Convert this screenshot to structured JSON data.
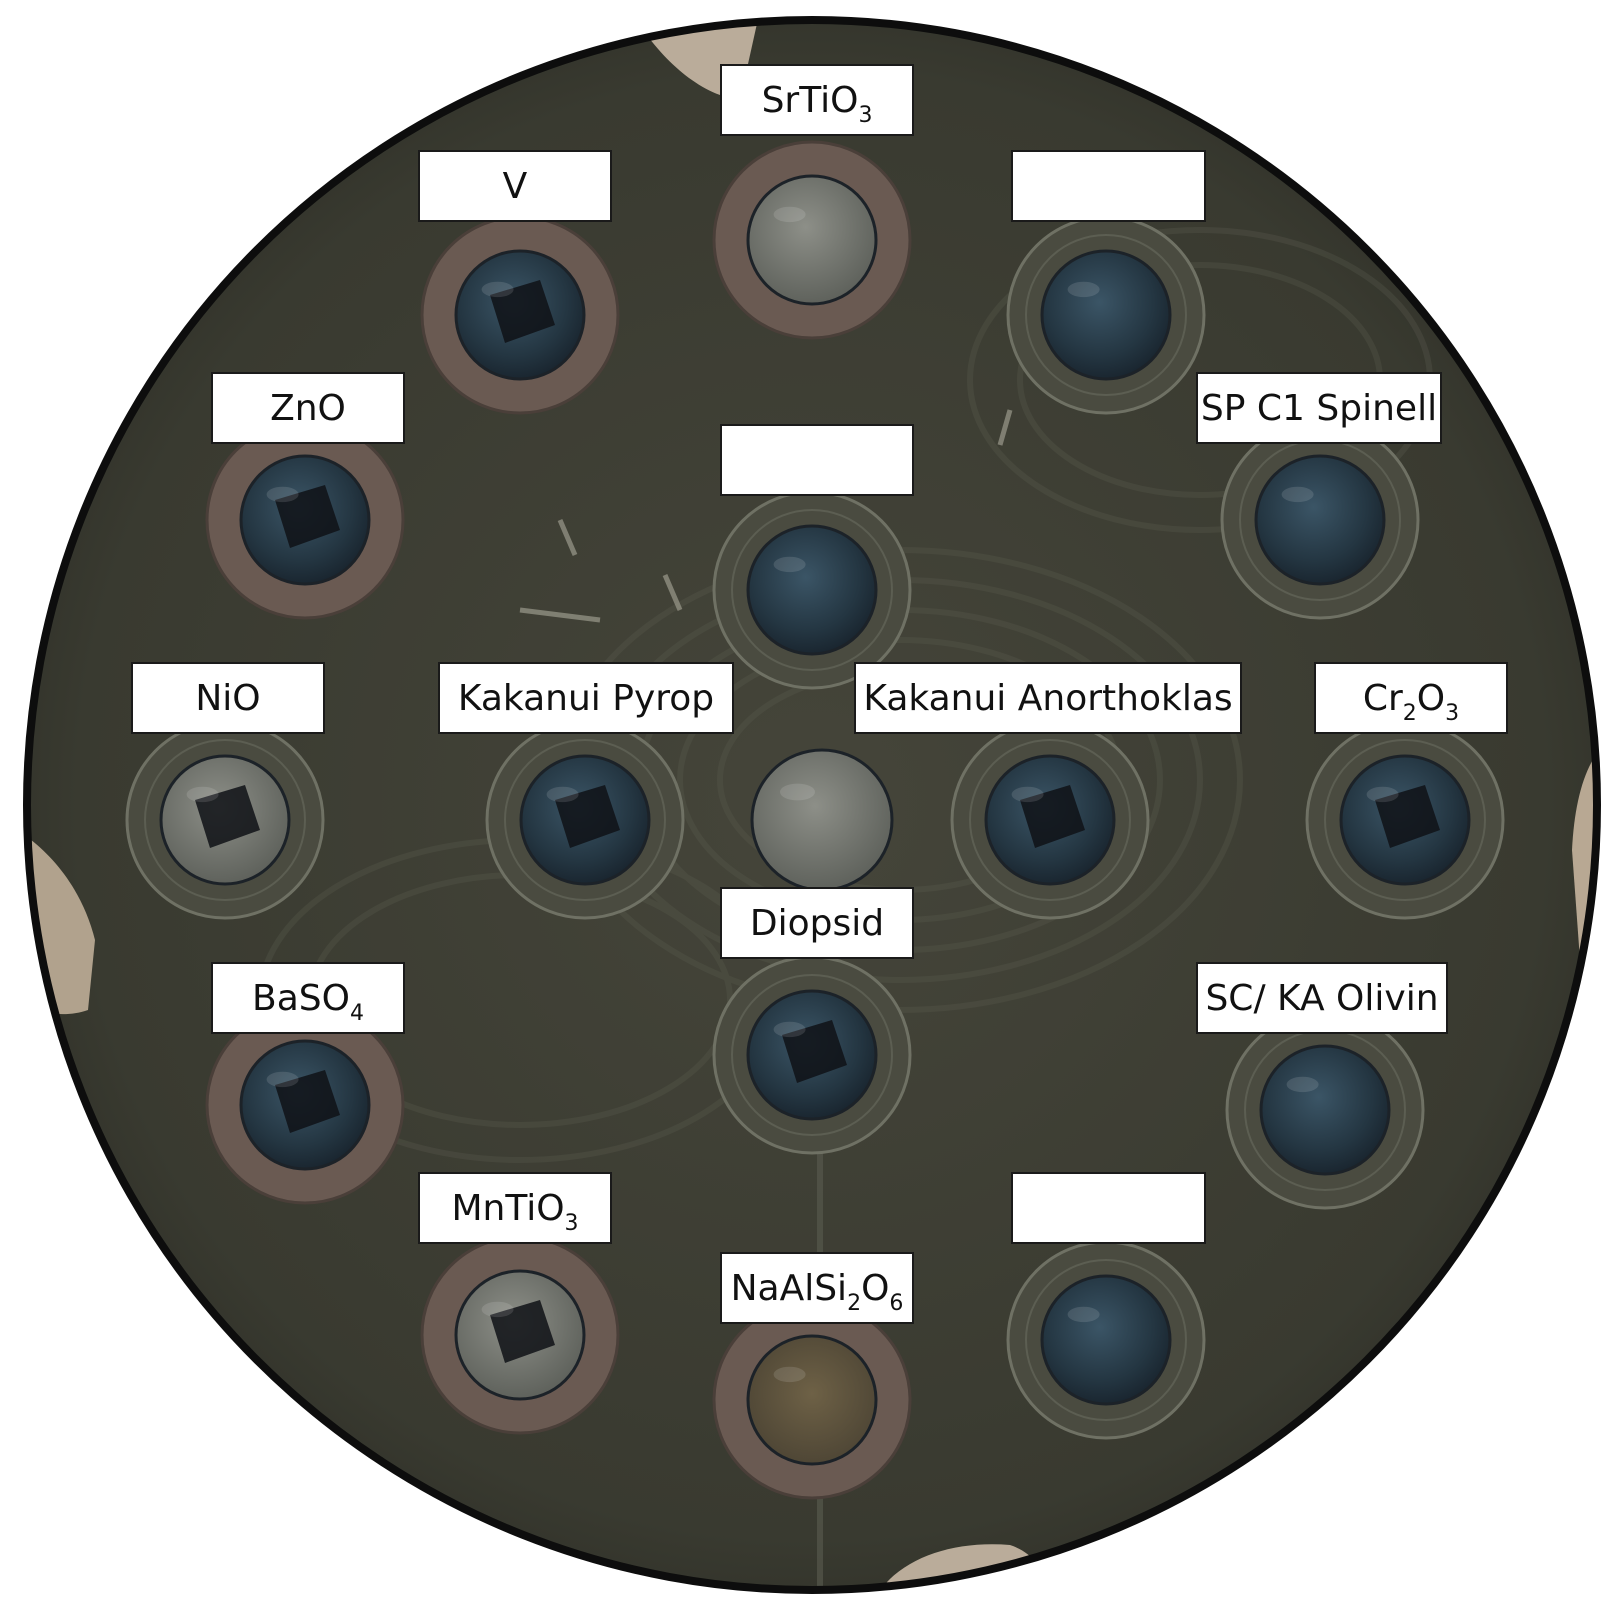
{
  "image": {
    "subject": "round sample mount with embedded specimen wells",
    "colors": {
      "mount_fill": "#3a3a30",
      "mount_border": "#0d0d0d",
      "label_bg": "#ffffff",
      "label_border": "#1a1a1a",
      "well_rim_brown": "#6a5a52",
      "well_glass": "#2a3e4c",
      "tape": "#c9b9a6"
    }
  },
  "labels": {
    "srtio3": {
      "base": "SrTiO",
      "sub1": "3",
      "mid": "",
      "sub2": ""
    },
    "v": {
      "base": "V",
      "sub1": "",
      "mid": "",
      "sub2": ""
    },
    "blank_top_right": {
      "base": "",
      "sub1": "",
      "mid": "",
      "sub2": ""
    },
    "zno": {
      "base": "ZnO",
      "sub1": "",
      "mid": "",
      "sub2": ""
    },
    "sp_c1_spinell": {
      "base": "SP C1 Spinell",
      "sub1": "",
      "mid": "",
      "sub2": ""
    },
    "blank_center": {
      "base": "",
      "sub1": "",
      "mid": "",
      "sub2": ""
    },
    "nio": {
      "base": "NiO",
      "sub1": "",
      "mid": "",
      "sub2": ""
    },
    "kakanui_pyrop": {
      "base": "Kakanui Pyrop",
      "sub1": "",
      "mid": "",
      "sub2": ""
    },
    "kakanui_anorthoklas": {
      "base": "Kakanui Anorthoklas",
      "sub1": "",
      "mid": "",
      "sub2": ""
    },
    "cr2o3": {
      "base": "Cr",
      "sub1": "2",
      "mid": "O",
      "sub2": "3"
    },
    "diopsid": {
      "base": "Diopsid",
      "sub1": "",
      "mid": "",
      "sub2": ""
    },
    "baso4": {
      "base": "BaSO",
      "sub1": "4",
      "mid": "",
      "sub2": ""
    },
    "sc_ka_olivin": {
      "base": "SC/ KA Olivin",
      "sub1": "",
      "mid": "",
      "sub2": ""
    },
    "mntio3": {
      "base": "MnTiO",
      "sub1": "3",
      "mid": "",
      "sub2": ""
    },
    "blank_bottom_right": {
      "base": "",
      "sub1": "",
      "mid": "",
      "sub2": ""
    },
    "naalsi2o6": {
      "base": "NaAlSi",
      "sub1": "2",
      "mid": "O",
      "sub2": "6"
    }
  }
}
